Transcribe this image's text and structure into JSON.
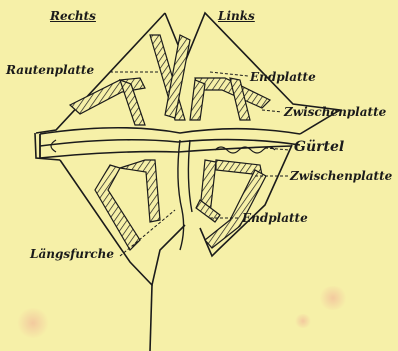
{
  "figure": {
    "header_left": "Rechts",
    "header_right": "Links",
    "labels": {
      "rautenplatte": "Rautenplatte",
      "endplatte_top": "Endplatte",
      "zwischenplatte_top": "Zwischenplatte",
      "guertel": "Gürtel",
      "zwischenplatte_bottom": "Zwischenplatte",
      "endplatte_bottom": "Endplatte",
      "laengsfurche": "Längsfurche"
    }
  },
  "colors": {
    "paper": "#f6f0a8",
    "ink": "#1b1b1b"
  }
}
